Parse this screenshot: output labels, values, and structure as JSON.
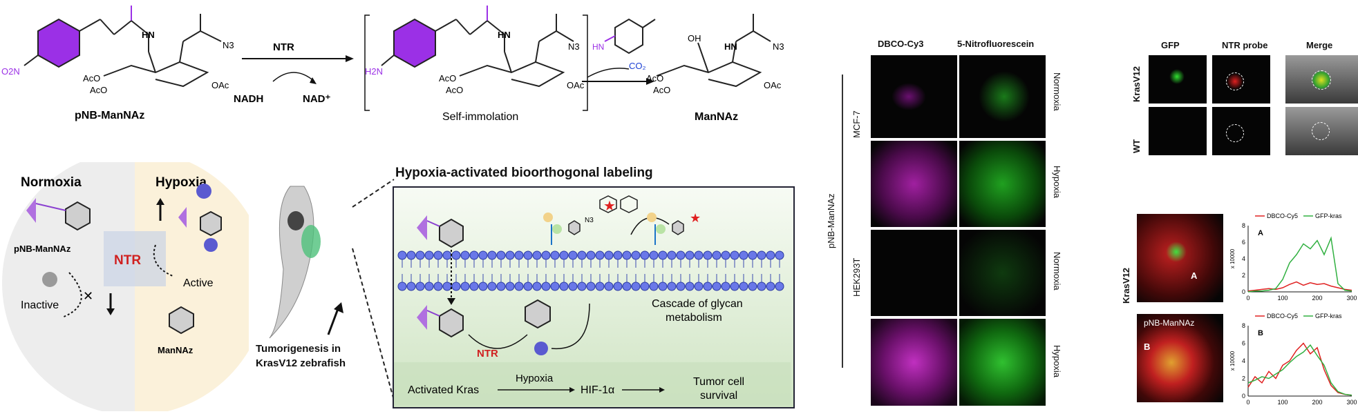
{
  "scheme": {
    "reactant": "pNB-ManNAz",
    "no2": "O2N",
    "n3": "N3",
    "oac": "OAc",
    "aco": "AcO",
    "hn": "HN",
    "h2n": "H2N",
    "oh": "OH",
    "enzyme": "NTR",
    "cofactor_in": "NADH",
    "cofactor_out": "NAD⁺",
    "intermediate_label": "Self-immolation",
    "byproduct": "CO₂",
    "product": "ManNAz"
  },
  "circle": {
    "normoxia": "Normoxia",
    "hypoxia": "Hypoxia",
    "reactant": "pNB-ManNAz",
    "enzyme": "NTR",
    "inactive": "Inactive",
    "active": "Active",
    "product": "ManNAz"
  },
  "zebrafish": {
    "caption_line1": "Tumorigenesis in",
    "caption_line2": "KrasV12 zebrafish"
  },
  "labeling": {
    "title": "Hypoxia-activated bioorthogonal labeling",
    "enzyme": "NTR",
    "n3": "N3",
    "cascade_line1": "Cascade of glycan",
    "cascade_line2": "metabolism",
    "pathway_start": "Activated Kras",
    "pathway_condition": "Hypoxia",
    "pathway_mid": "HIF-1α",
    "pathway_end_line1": "Tumor cell",
    "pathway_end_line2": "survival"
  },
  "microscopy": {
    "col1": "DBCO-Cy3",
    "col2": "5-Nitrofluorescein",
    "group": "pNB-ManNAz",
    "cell1": "MCF-7",
    "cell2": "HEK293T",
    "rows": [
      "Normoxia",
      "Hypoxia",
      "Normoxia",
      "Hypoxia"
    ],
    "colors": {
      "magenta": "#c020c0",
      "green": "#20c020"
    }
  },
  "zebra_imaging": {
    "col1": "GFP",
    "col2": "NTR probe",
    "col3": "Merge",
    "row1": "KrasV12",
    "row2": "WT",
    "lower_row": "KrasV12",
    "marker_a": "A",
    "marker_b": "B",
    "inset_label": "pNB-ManNAz"
  },
  "chart_data": [
    {
      "type": "line",
      "title": "A",
      "ylabel": "x 10000",
      "xlim": [
        0,
        300
      ],
      "ylim": [
        0,
        8
      ],
      "xticks": [
        0,
        100,
        200,
        300
      ],
      "yticks": [
        0,
        2,
        4,
        6,
        8
      ],
      "series": [
        {
          "name": "DBCO-Cy5",
          "color": "#e02020",
          "x": [
            0,
            20,
            40,
            60,
            80,
            100,
            120,
            140,
            160,
            180,
            200,
            220,
            240,
            260,
            280,
            300
          ],
          "y": [
            0.1,
            0.2,
            0.3,
            0.4,
            0.3,
            0.5,
            0.9,
            1.2,
            0.8,
            1.1,
            0.9,
            1.0,
            0.7,
            0.5,
            0.3,
            0.2
          ]
        },
        {
          "name": "GFP-kras",
          "color": "#30b040",
          "x": [
            0,
            20,
            40,
            60,
            80,
            100,
            120,
            140,
            160,
            180,
            200,
            220,
            240,
            260,
            280,
            300
          ],
          "y": [
            0.0,
            0.1,
            0.1,
            0.2,
            0.4,
            1.5,
            3.5,
            4.5,
            5.8,
            5.2,
            6.2,
            4.5,
            6.5,
            1.0,
            0.2,
            0.1
          ]
        }
      ]
    },
    {
      "type": "line",
      "title": "B",
      "ylabel": "x 10000",
      "xlim": [
        0,
        300
      ],
      "ylim": [
        0,
        8
      ],
      "xticks": [
        0,
        100,
        200,
        300
      ],
      "yticks": [
        0,
        2,
        4,
        6,
        8
      ],
      "series": [
        {
          "name": "DBCO-Cy5",
          "color": "#e02020",
          "x": [
            0,
            20,
            40,
            60,
            80,
            100,
            120,
            140,
            160,
            180,
            200,
            220,
            240,
            260,
            280,
            300
          ],
          "y": [
            1.0,
            2.2,
            1.5,
            2.8,
            2.0,
            3.5,
            4.0,
            5.2,
            6.0,
            4.8,
            5.5,
            3.0,
            1.2,
            0.4,
            0.2,
            0.1
          ]
        },
        {
          "name": "GFP-kras",
          "color": "#30b040",
          "x": [
            0,
            20,
            40,
            60,
            80,
            100,
            120,
            140,
            160,
            180,
            200,
            220,
            240,
            260,
            280,
            300
          ],
          "y": [
            1.5,
            1.8,
            2.2,
            2.0,
            2.5,
            3.0,
            3.8,
            4.5,
            5.0,
            5.8,
            4.6,
            3.5,
            1.5,
            0.5,
            0.2,
            0.1
          ]
        }
      ]
    }
  ]
}
